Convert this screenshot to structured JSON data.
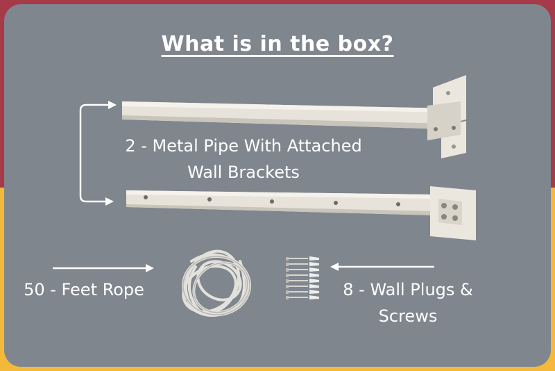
{
  "title": "What is in the box?",
  "items": {
    "pipe": {
      "line1": "2 - Metal Pipe With Attached",
      "line2": "Wall Brackets"
    },
    "rope": {
      "label": "50 - Feet Rope"
    },
    "plugs": {
      "line1": "8 - Wall Plugs &",
      "line2": "Screws"
    }
  },
  "colors": {
    "top_band": "#a63a48",
    "bottom_band": "#f4b93a",
    "panel": "#7f868e",
    "text": "#ffffff",
    "metal": "#e4e0d6"
  }
}
